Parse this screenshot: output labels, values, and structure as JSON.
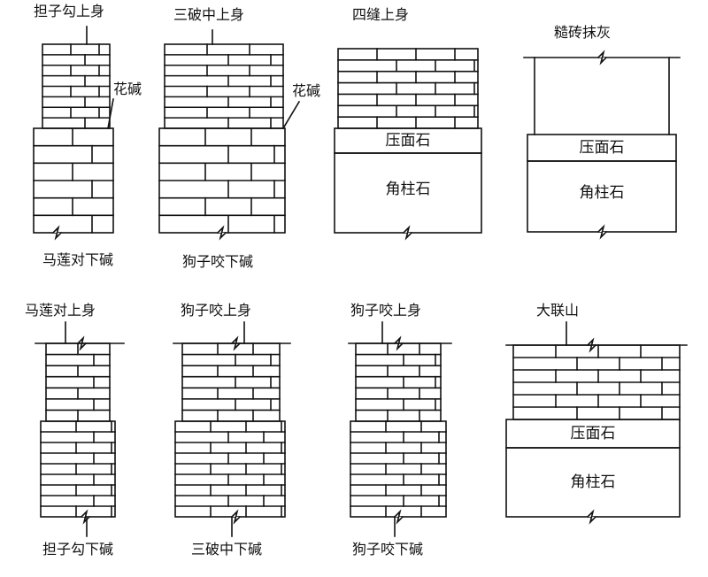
{
  "heading_fragment": "",
  "top_row": {
    "col1": {
      "upper": "担子勾上身",
      "lower": "马莲对下碱",
      "joint": "花碱"
    },
    "col2": {
      "upper": "三破中上身",
      "lower": "狗子咬下碱",
      "joint": "花碱"
    },
    "col3": {
      "upper": "四缝上身",
      "cap": "压面石",
      "base": "角柱石"
    },
    "col4": {
      "upper": "糙砖抹灰",
      "cap": "压面石",
      "base": "角柱石"
    }
  },
  "bottom_row": {
    "col1": {
      "upper": "马莲对上身",
      "lower": "担子勾下碱"
    },
    "col2": {
      "upper": "狗子咬上身",
      "lower": "三破中下碱"
    },
    "col3": {
      "upper": "狗子咬上身",
      "lower": "狗子咬下碱"
    },
    "col4": {
      "upper": "大联山",
      "cap": "压面石",
      "base": "角柱石"
    }
  }
}
